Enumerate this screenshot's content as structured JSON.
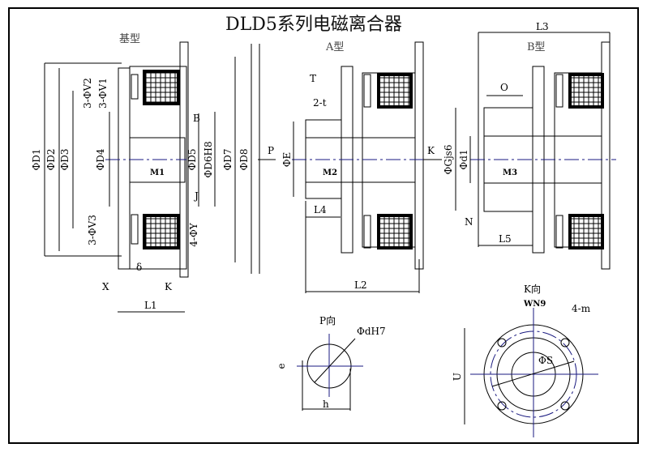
{
  "title": "DLD5系列电磁离合器",
  "views": {
    "basic": {
      "label": "基型",
      "dims": {
        "D1": "ΦD1",
        "D2": "ΦD2",
        "D3": "ΦD3",
        "D4": "ΦD4",
        "D5": "ΦD5",
        "D6": "ΦD6H8",
        "D7": "ΦD7",
        "D8": "ΦD8",
        "V1": "3-ΦV1",
        "V2": "3-ΦV2",
        "V3": "3-ΦV3",
        "Y": "4-ΦY",
        "B": "B",
        "J": "J",
        "M1": "M1",
        "delta": "δ",
        "X": "X",
        "K": "K",
        "L1": "L1"
      }
    },
    "typeA": {
      "label": "A型",
      "dims": {
        "T": "T",
        "t": "2-t",
        "E": "ΦE",
        "M2": "M2",
        "L4": "L4",
        "L2": "L2",
        "P": "P",
        "K": "K"
      }
    },
    "typeB": {
      "label": "B型",
      "dims": {
        "L3": "L3",
        "O": "O",
        "G": "ΦGjs6",
        "d1": "Φd1",
        "M3": "M3",
        "N": "N",
        "L5": "L5"
      }
    },
    "viewP": {
      "label": "P向",
      "dims": {
        "d": "ΦdH7",
        "e": "e",
        "h": "h"
      }
    },
    "viewK": {
      "label": "K向",
      "dims": {
        "W": "WN9",
        "m": "4-m",
        "S": "ΦS",
        "U": "U"
      }
    }
  },
  "colors": {
    "line": "#000000",
    "centerline": "#1a1a80"
  }
}
